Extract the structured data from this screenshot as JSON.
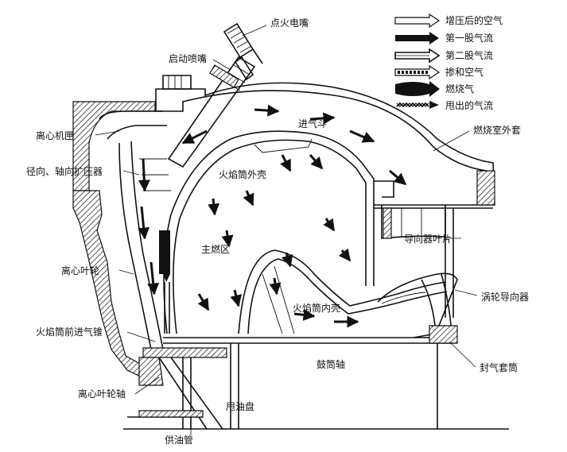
{
  "labels": {
    "ignition_nozzle": "点火电嘴",
    "start_nozzle": "启动喷嘴",
    "centrifugal_casing": "离心机匣",
    "diffuser": "径向、轴向扩压器",
    "intake_scoop": "进气斗",
    "outer_casing": "燃烧室外套",
    "liner_outer": "火焰筒外壳",
    "primary_zone": "主燃区",
    "impeller": "离心叶轮",
    "guide_vane": "导向器叶片",
    "turbine_nozzle": "涡轮导向器",
    "liner_inner": "火焰筒内壳",
    "front_cone": "火焰筒前进气锥",
    "drum_shaft": "鼓筒轴",
    "seal_sleeve": "封气套筒",
    "impeller_shaft": "离心叶轮轴",
    "slinger": "甩油盘",
    "fuel_pipe": "供油管"
  },
  "legend": [
    {
      "label": "增压后的空气",
      "style": "hollow"
    },
    {
      "label": "第一股气流",
      "style": "solid"
    },
    {
      "label": "第二股气流",
      "style": "thin-hollow"
    },
    {
      "label": "掺和空气",
      "style": "dashed"
    },
    {
      "label": "燃烧气",
      "style": "thick"
    },
    {
      "label": "甩出的气流",
      "style": "zigzag"
    }
  ]
}
